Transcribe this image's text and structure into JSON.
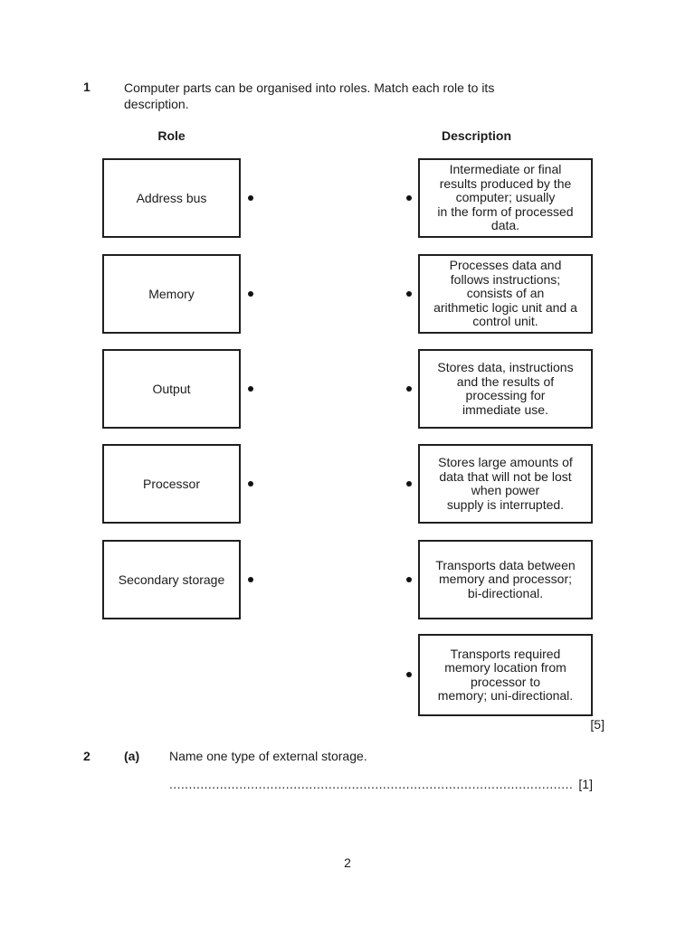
{
  "page": {
    "footer_page_number": "2"
  },
  "question1": {
    "number": "1",
    "prompt": "Computer parts can be organised into roles. Match each role to its\ndescription.",
    "columns": {
      "role": "Role",
      "description": "Description"
    },
    "roles": [
      {
        "label": "Address bus"
      },
      {
        "label": "Memory"
      },
      {
        "label": "Output"
      },
      {
        "label": "Processor"
      },
      {
        "label": "Secondary storage"
      }
    ],
    "descriptions": [
      {
        "text": "Intermediate or final\nresults produced by the\ncomputer; usually\nin the form of processed\ndata."
      },
      {
        "text": "Processes data and\nfollows instructions;\nconsists of an\narithmetic logic unit and a\ncontrol unit."
      },
      {
        "text": "Stores data, instructions\nand the results of\nprocessing for\nimmediate use."
      },
      {
        "text": "Stores large amounts of\ndata that will not be lost\nwhen power\nsupply is interrupted."
      },
      {
        "text": "Transports data between\nmemory and processor;\nbi-directional."
      },
      {
        "text": "Transports required\nmemory location from\nprocessor to\nmemory; uni-directional."
      }
    ],
    "marks": "[5]"
  },
  "question2": {
    "number": "2",
    "part_label": "(a)",
    "prompt": "Name one type of external storage.",
    "answer_dots": ".........................................................................................................................................",
    "marks": "[1]"
  }
}
